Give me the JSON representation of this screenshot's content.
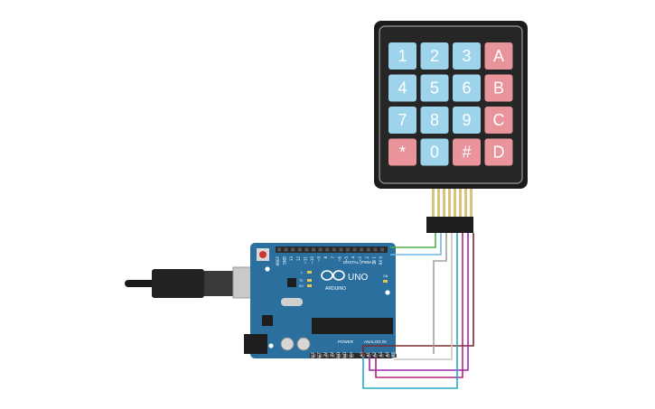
{
  "keypad": {
    "keys": [
      {
        "label": "1",
        "kind": "num"
      },
      {
        "label": "2",
        "kind": "num"
      },
      {
        "label": "3",
        "kind": "num"
      },
      {
        "label": "A",
        "kind": "letter"
      },
      {
        "label": "4",
        "kind": "num"
      },
      {
        "label": "5",
        "kind": "num"
      },
      {
        "label": "6",
        "kind": "num"
      },
      {
        "label": "B",
        "kind": "letter"
      },
      {
        "label": "7",
        "kind": "num"
      },
      {
        "label": "8",
        "kind": "num"
      },
      {
        "label": "9",
        "kind": "num"
      },
      {
        "label": "C",
        "kind": "letter"
      },
      {
        "label": "*",
        "kind": "letter"
      },
      {
        "label": "0",
        "kind": "num"
      },
      {
        "label": "#",
        "kind": "letter"
      },
      {
        "label": "D",
        "kind": "letter"
      }
    ]
  },
  "arduino": {
    "model": "UNO",
    "brand": "ARDUINO",
    "digital_label": "DIGITAL (PWM ~)",
    "power_label": "POWER",
    "analog_label": "ANALOG IN",
    "reset_label": "RESET",
    "led_tx": "TX",
    "led_rx": "RX",
    "led_l": "L",
    "led_on": "ON",
    "digital_pins": [
      "AREF",
      "GND",
      "13",
      "12",
      "~11",
      "~10",
      "~9",
      "8",
      "7",
      "~6",
      "~5",
      "4",
      "~3",
      "2",
      "TX 1",
      "RX 0"
    ],
    "power_pins": [
      "IOREF",
      "RESET",
      "3.3V",
      "5V",
      "GND",
      "GND",
      "Vin"
    ],
    "analog_pins": [
      "A0",
      "A1",
      "A2",
      "A3",
      "A4",
      "A5"
    ]
  },
  "wires": [
    {
      "name": "wire-row1",
      "color": "#7b2a2a"
    },
    {
      "name": "wire-row2",
      "color": "#9d27b0"
    },
    {
      "name": "wire-row3",
      "color": "#b02480"
    },
    {
      "name": "wire-row4",
      "color": "#28a8c8"
    },
    {
      "name": "wire-col1",
      "color": "#c8c8c8"
    },
    {
      "name": "wire-col2",
      "color": "#a0a0a0"
    },
    {
      "name": "wire-col3",
      "color": "#6ab8e8"
    },
    {
      "name": "wire-col4",
      "color": "#4caf50"
    }
  ],
  "colors": {
    "keypad_body": "#1c1c1c",
    "key_num": "#9ed3ec",
    "key_letter": "#e8949a",
    "board": "#2a6f9e",
    "header": "#2a2a2a"
  }
}
